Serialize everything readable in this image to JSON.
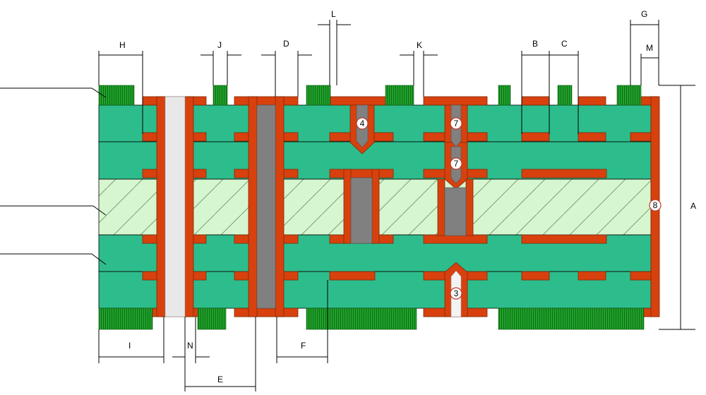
{
  "colors": {
    "dielectric": "#2dbd8c",
    "core": "#d6f6cf",
    "copper": "#d8410d",
    "copper_edge": "#7a2a0a",
    "solder_mask": "#1fa32a",
    "via_fill_dark": "#808080",
    "via_fill_light": "#e8e8e8",
    "line": "#000000"
  },
  "dimension_labels": {
    "A": "A",
    "B": "B",
    "C": "C",
    "D": "D",
    "E": "E",
    "F": "F",
    "G": "G",
    "H": "H",
    "I": "I",
    "J": "J",
    "K": "K",
    "L": "L",
    "M": "M",
    "N": "N"
  },
  "callouts": {
    "via_4": "4",
    "via_7_top": "7",
    "via_7_bottom": "7",
    "via_3": "3",
    "edge_8": "8"
  }
}
